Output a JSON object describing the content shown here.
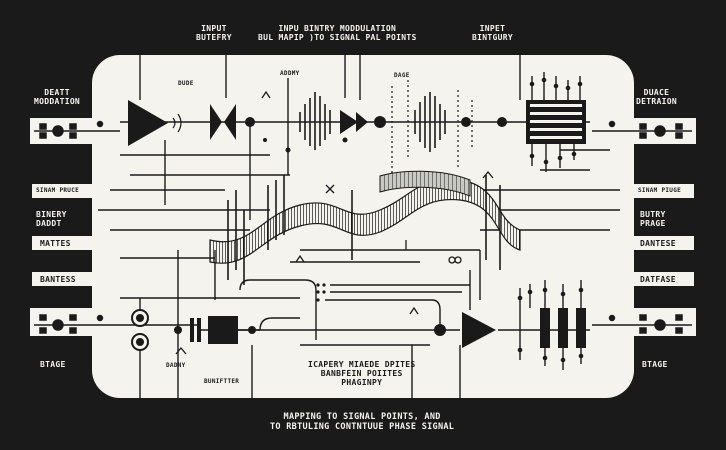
{
  "labels": {
    "top_input_1": "INPUT",
    "top_input_2": "BUTEFRY",
    "top_mod_1": "INPU BINTRY MODDULATION",
    "top_mod_2": "BUL MAPIP )TO SIGNAL PAL POINTS",
    "top_inpet_1": "INPET",
    "top_inpet_2": "BINTGURY",
    "left_top_1": "DEATT",
    "left_top_2": "MODDATION",
    "right_top_1": "DUACE",
    "right_top_2": "DETRAION",
    "dude": "DUDE",
    "addmy": "ADDMY",
    "dage": "DAGE",
    "sinam_left": "SINAM PRUCE",
    "sinam_right": "SINAM PIUGE",
    "left_mid_1": "BINERY",
    "left_mid_2": "DADDT",
    "right_mid_1": "BUTRY",
    "right_mid_2": "PRAGE",
    "mattes": "MATTES",
    "dantese": "DANTESE",
    "bantess": "BANTESS",
    "datfase": "DATFASE",
    "btage_left": "BTAGE",
    "btage_right": "BTAGE",
    "dadny": "DADNY",
    "bunifter": "BUNIFTTER",
    "center_1": "ICAPERY MIAEDE DPITES",
    "center_2": "BANBFEIN POIITES",
    "center_3": "PHAGINPY",
    "bottom_1": "MAPPING TO SIGNAL POINTS, AND",
    "bottom_2": "TO RBTULING CONTNTUUE PHASE SIGNAL"
  }
}
